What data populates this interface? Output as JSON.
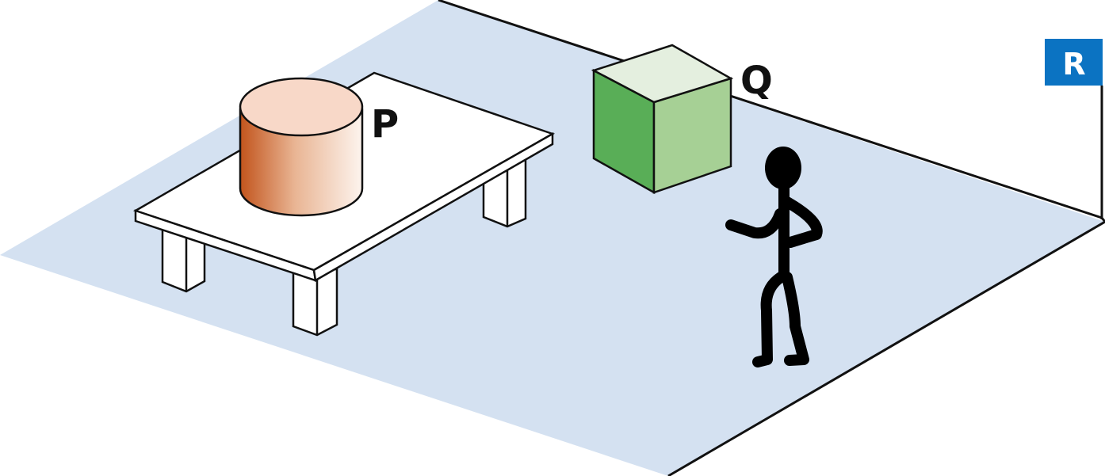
{
  "labels": {
    "cylinder": "P",
    "cube": "Q",
    "flag": "R"
  },
  "colors": {
    "floor": "#d4e1f1",
    "outline": "#111111",
    "table_top": "#ffffff",
    "cylinder_top": "#f8d8c8",
    "cylinder_side_dark": "#c2541c",
    "cylinder_side_light": "#fdf4ee",
    "cube_top": "#e4efdf",
    "cube_left": "#59ae57",
    "cube_right": "#a6d095",
    "flag": "#0b73c2",
    "person": "#000000"
  },
  "objects": [
    "table",
    "cylinder",
    "cube",
    "person",
    "flag"
  ]
}
